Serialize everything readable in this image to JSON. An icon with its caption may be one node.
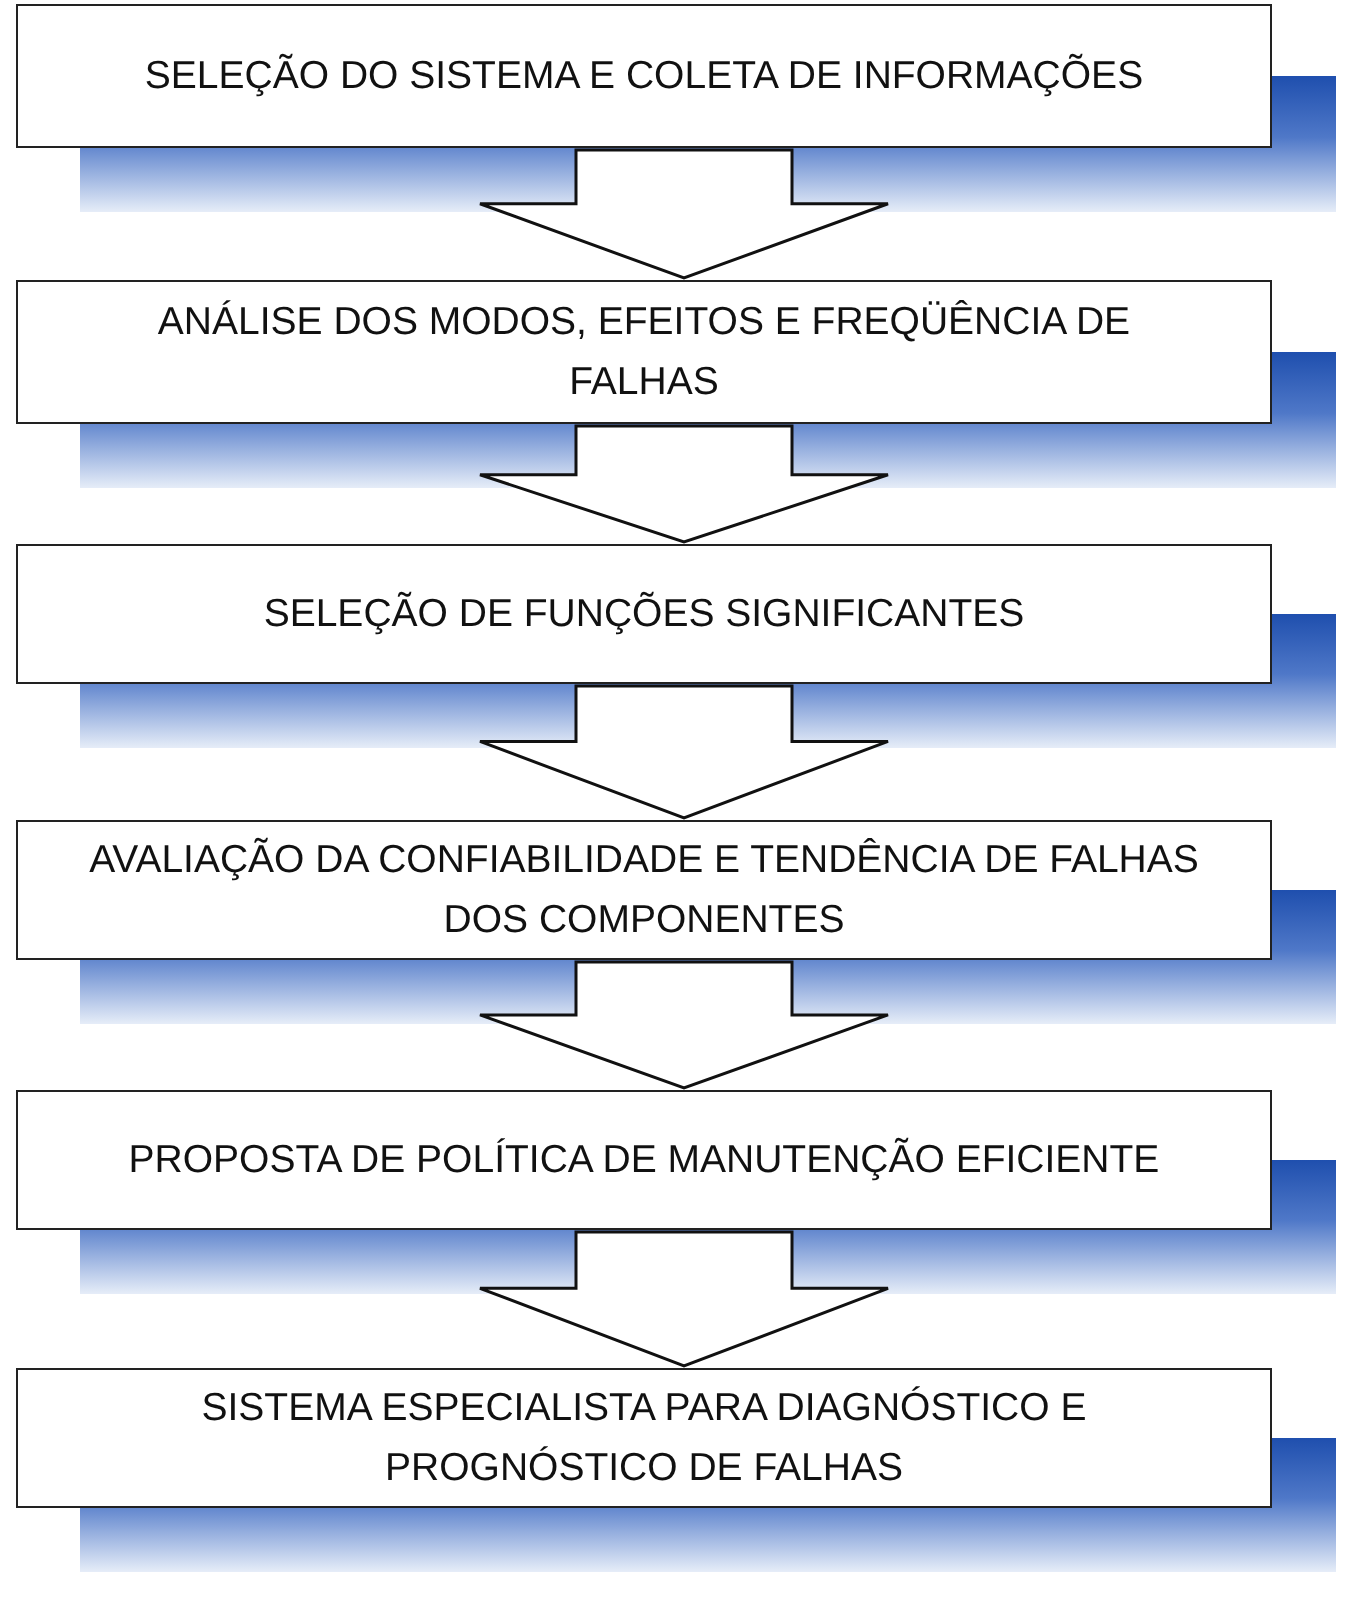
{
  "diagram": {
    "nodes": [
      {
        "text": [
          "SELEÇÃO DO SISTEMA E COLETA DE INFORMAÇÕES"
        ]
      },
      {
        "text": [
          "ANÁLISE DOS MODOS, EFEITOS E FREQÜÊNCIA DE FALHAS"
        ]
      },
      {
        "text": [
          "SELEÇÃO DE FUNÇÕES SIGNIFICANTES"
        ]
      },
      {
        "text": [
          "AVALIAÇÃO DA CONFIABILIDADE E TENDÊNCIA DE FALHAS DOS COMPONENTES"
        ]
      },
      {
        "text": [
          "PROPOSTA DE POLÍTICA DE MANUTENÇÃO EFICIENTE"
        ]
      },
      {
        "text": [
          "SISTEMA ESPECIALISTA PARA DIAGNÓSTICO E PROGNÓSTICO DE FALHAS"
        ]
      }
    ],
    "edges": [
      {
        "from": 0,
        "to": 1,
        "arrow": "to"
      },
      {
        "from": 1,
        "to": 2,
        "arrow": "to"
      },
      {
        "from": 2,
        "to": 3,
        "arrow": "to"
      },
      {
        "from": 3,
        "to": 4,
        "arrow": "to"
      },
      {
        "from": 4,
        "to": 5,
        "arrow": "to"
      }
    ]
  }
}
